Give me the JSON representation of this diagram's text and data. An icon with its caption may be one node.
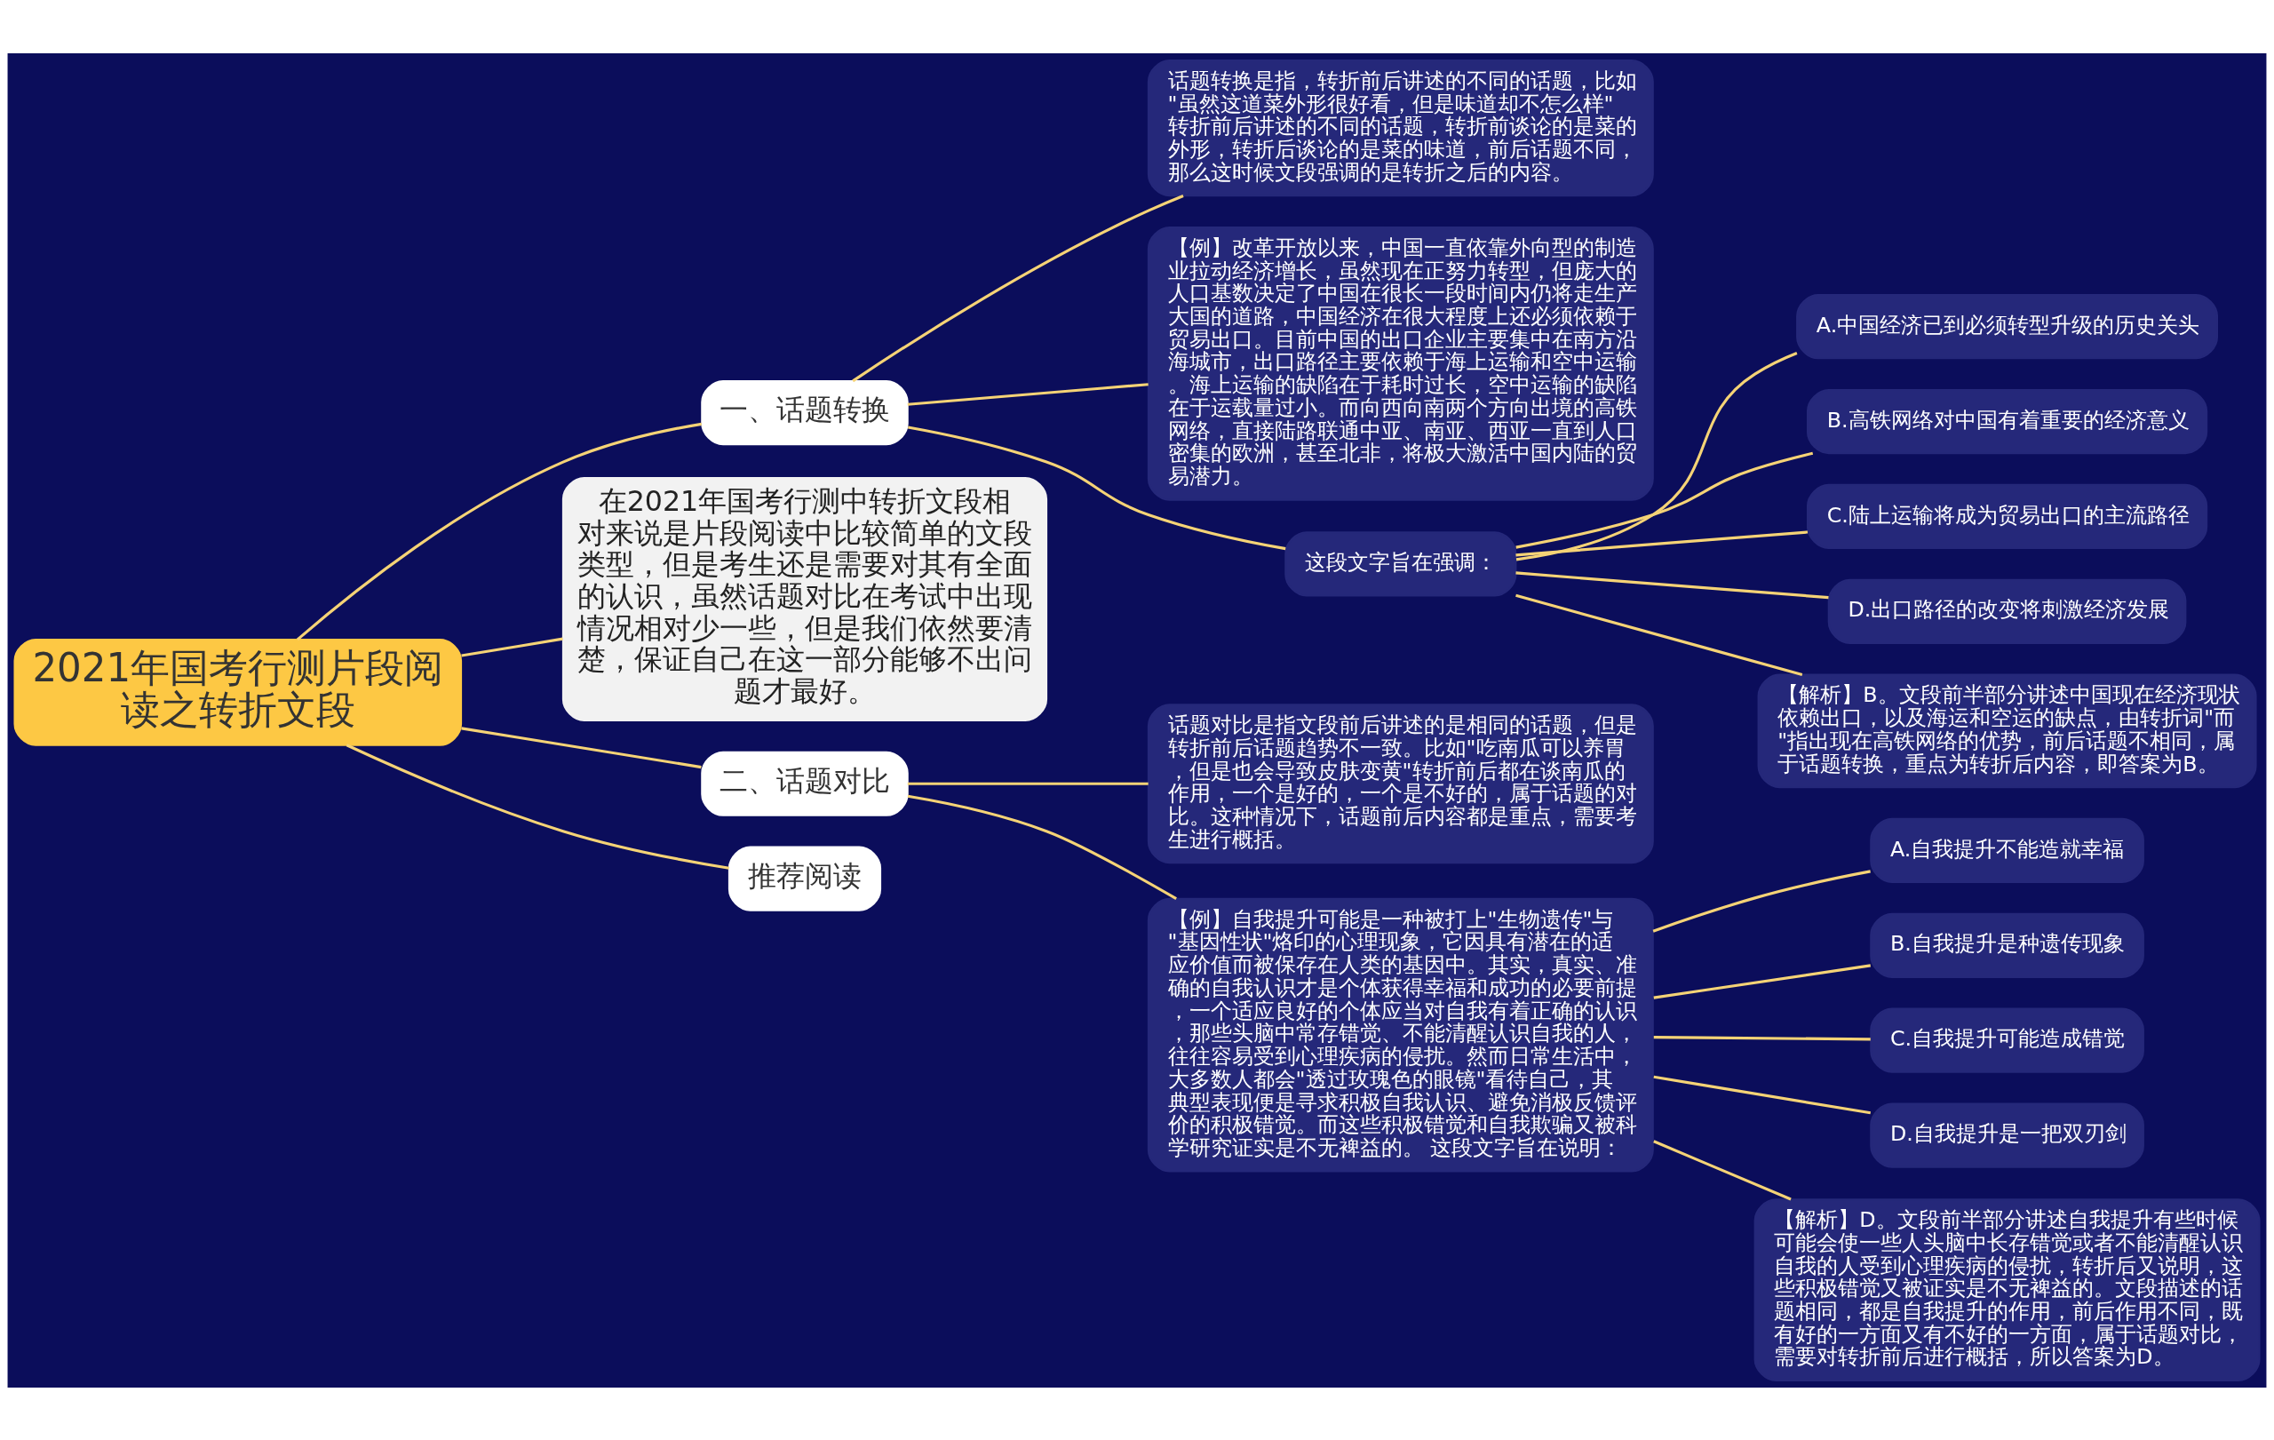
{
  "diagram": {
    "nodes": [
      {
        "text": [
          "2021年国考行测片段阅读之转折文段"
        ]
      },
      {
        "text": [
          "一、话题转换"
        ]
      },
      {
        "text": [
          "话题转换是指，转折前后讲述的不同的话题，比如\"虽然这道菜外形很好看，但是味道却不怎么样\"转折前后讲述的不同的话题，转折前谈论的是菜的外形，转折后谈论的是菜的味道，前后话题不同，那么这时候文段强调的是转折之后的内容。"
        ]
      },
      {
        "text": [
          "【例】改革开放以来，中国一直依靠外向型的制造业拉动经济增长，虽然现在正努力转型，但庞大的人口基数决定了中国在很长一段时间内仍将走生产大国的道路，中国经济在很大程度上还必须依赖于贸易出口。目前中国的出口企业主要集中在南方沿海城市，出口路径主要依赖于海上运输和空中运输。海上运输的缺陷在于耗时过长，空中运输的缺陷在于运载量过小。而向西向南两个方向出境的高铁网络，直接陆路联通中亚、南亚、西亚一直到人口密集的欧洲，甚至北非，将极大激活中国内陆的贸易潜力。"
        ]
      },
      {
        "text": [
          "这段文字旨在强调："
        ]
      },
      {
        "text": [
          "A.中国经济已到必须转型升级的历史关头"
        ]
      },
      {
        "text": [
          "B.高铁网络对中国有着重要的经济意义"
        ]
      },
      {
        "text": [
          "C.陆上运输将成为贸易出口的主流路径"
        ]
      },
      {
        "text": [
          "D.出口路径的改变将刺激经济发展"
        ]
      },
      {
        "text": [
          "【解析】B。文段前半部分讲述中国现在经济现状依赖出口，以及海运和空运的缺点，由转折词\"而\"指出现在高铁网络的优势，前后话题不相同，属于话题转换，重点为转折后内容，即答案为B。"
        ]
      },
      {
        "text": [
          "在2021年国考行测中转折文段相对来说是片段阅读中比较简单的文段类型，但是考生还是需要对其有全面的认识，虽然话题对比在考试中出现情况相对少一些，但是我们依然要清楚，保证自己在这一部分能够不出问题才最好。"
        ]
      },
      {
        "text": [
          "二、话题对比"
        ]
      },
      {
        "text": [
          "话题对比是指文段前后讲述的是相同的话题，但是转折前后话题趋势不一致。比如\"吃南瓜可以养胃，但是也会导致皮肤变黄\"转折前后都在谈南瓜的作用，一个是好的，一个是不好的，属于话题的对比。这种情况下，话题前后内容都是重点，需要考生进行概括。"
        ]
      },
      {
        "text": [
          "【例】自我提升可能是一种被打上\"生物遗传\"与\"基因性状\"烙印的心理现象，它因具有潜在的适应价值而被保存在人类的基因中。其实，真实、准确的自我认识才是个体获得幸福和成功的必要前提，一个适应良好的个体应当对自我有着正确的认识，那些头脑中常存错觉、不能清醒认识自我的人，往往容易受到心理疾病的侵扰。然而日常生活中，大多数人都会\"透过玫瑰色的眼镜\"看待自己，其典型表现便是寻求积极自我认识、避免消极反馈评价的积极错觉。而这些积极错觉和自我欺骗又被科学研究证实是不无裨益的。 这段文字旨在说明："
        ]
      },
      {
        "text": [
          "A.自我提升不能造就幸福"
        ]
      },
      {
        "text": [
          "B.自我提升是种遗传现象"
        ]
      },
      {
        "text": [
          "C.自我提升可能造成错觉"
        ]
      },
      {
        "text": [
          "D.自我提升是一把双刃剑"
        ]
      },
      {
        "text": [
          "【解析】D。文段前半部分讲述自我提升有些时候可能会使一些人头脑中长存错觉或者不能清醒认识自我的人受到心理疾病的侵扰，转折后又说明，这些积极错觉又被证实是不无裨益的。文段描述的话题相同，都是自我提升的作用，前后作用不同，既有好的一方面又有不好的一方面，属于话题对比，需要对转折前后进行概括，所以答案为D。"
        ]
      },
      {
        "text": [
          "推荐阅读"
        ]
      }
    ],
    "edges": [
      {
        "from": 0,
        "to": 1,
        "arrow": "none"
      },
      {
        "from": 1,
        "to": 2,
        "arrow": "none"
      },
      {
        "from": 1,
        "to": 3,
        "arrow": "none"
      },
      {
        "from": 1,
        "to": 4,
        "arrow": "none"
      },
      {
        "from": 4,
        "to": 5,
        "arrow": "none"
      },
      {
        "from": 4,
        "to": 6,
        "arrow": "none"
      },
      {
        "from": 4,
        "to": 7,
        "arrow": "none"
      },
      {
        "from": 4,
        "to": 8,
        "arrow": "none"
      },
      {
        "from": 4,
        "to": 9,
        "arrow": "none"
      },
      {
        "from": 0,
        "to": 10,
        "arrow": "none"
      },
      {
        "from": 0,
        "to": 11,
        "arrow": "none"
      },
      {
        "from": 11,
        "to": 12,
        "arrow": "none"
      },
      {
        "from": 11,
        "to": 13,
        "arrow": "none"
      },
      {
        "from": 13,
        "to": 14,
        "arrow": "none"
      },
      {
        "from": 13,
        "to": 15,
        "arrow": "none"
      },
      {
        "from": 13,
        "to": 16,
        "arrow": "none"
      },
      {
        "from": 13,
        "to": 17,
        "arrow": "none"
      },
      {
        "from": 13,
        "to": 18,
        "arrow": "none"
      },
      {
        "from": 0,
        "to": 19,
        "arrow": "none"
      }
    ]
  }
}
